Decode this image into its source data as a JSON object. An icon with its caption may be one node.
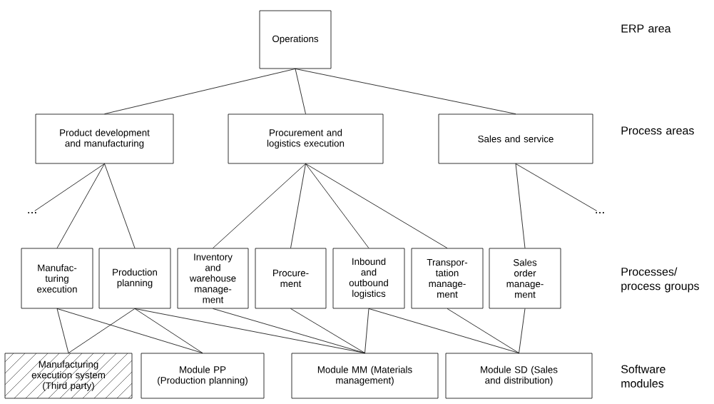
{
  "diagram": {
    "nodes": [
      {
        "text": [
          "Operations"
        ]
      },
      {
        "text": [
          "Product development and manufacturing"
        ]
      },
      {
        "text": [
          "Procurement and logistics execution"
        ]
      },
      {
        "text": [
          "Sales and service"
        ]
      },
      {
        "text": [
          "..."
        ]
      },
      {
        "text": [
          "..."
        ]
      },
      {
        "text": [
          "Manufac-turing execution"
        ]
      },
      {
        "text": [
          "Production planning"
        ]
      },
      {
        "text": [
          "Inventory and warehouse manage-ment"
        ]
      },
      {
        "text": [
          "Procure-ment"
        ]
      },
      {
        "text": [
          "Inbound and outbound logistics"
        ]
      },
      {
        "text": [
          "Transpor-tation manage-ment"
        ]
      },
      {
        "text": [
          "Sales order manage-ment"
        ]
      },
      {
        "text": [
          "Manufacturing execution system (Third party)"
        ]
      },
      {
        "text": [
          "Module PP (Production planning)"
        ]
      },
      {
        "text": [
          "Module MM (Materials management)"
        ]
      },
      {
        "text": [
          "Module SD (Sales and distribution)"
        ]
      }
    ],
    "edges": [
      {
        "from": 0,
        "to": 1,
        "arrow": "none"
      },
      {
        "from": 0,
        "to": 2,
        "arrow": "none"
      },
      {
        "from": 0,
        "to": 3,
        "arrow": "none"
      },
      {
        "from": 1,
        "to": 4,
        "arrow": "none"
      },
      {
        "from": 1,
        "to": 6,
        "arrow": "none"
      },
      {
        "from": 1,
        "to": 7,
        "arrow": "none"
      },
      {
        "from": 2,
        "to": 8,
        "arrow": "none"
      },
      {
        "from": 2,
        "to": 9,
        "arrow": "none"
      },
      {
        "from": 2,
        "to": 10,
        "arrow": "none"
      },
      {
        "from": 2,
        "to": 11,
        "arrow": "none"
      },
      {
        "from": 3,
        "to": 12,
        "arrow": "none"
      },
      {
        "from": 3,
        "to": 5,
        "arrow": "none"
      },
      {
        "from": 6,
        "to": 13,
        "arrow": "none"
      },
      {
        "from": 6,
        "to": 14,
        "arrow": "none"
      },
      {
        "from": 7,
        "to": 13,
        "arrow": "none"
      },
      {
        "from": 7,
        "to": 14,
        "arrow": "none"
      },
      {
        "from": 7,
        "to": 15,
        "arrow": "none"
      },
      {
        "from": 8,
        "to": 15,
        "arrow": "none"
      },
      {
        "from": 9,
        "to": 15,
        "arrow": "none"
      },
      {
        "from": 10,
        "to": 15,
        "arrow": "none"
      },
      {
        "from": 10,
        "to": 16,
        "arrow": "none"
      },
      {
        "from": 11,
        "to": 16,
        "arrow": "none"
      },
      {
        "from": 12,
        "to": 16,
        "arrow": "none"
      }
    ],
    "labels": [
      "ERP area",
      "Process areas",
      "Processes/ process groups",
      "Software modules"
    ]
  }
}
